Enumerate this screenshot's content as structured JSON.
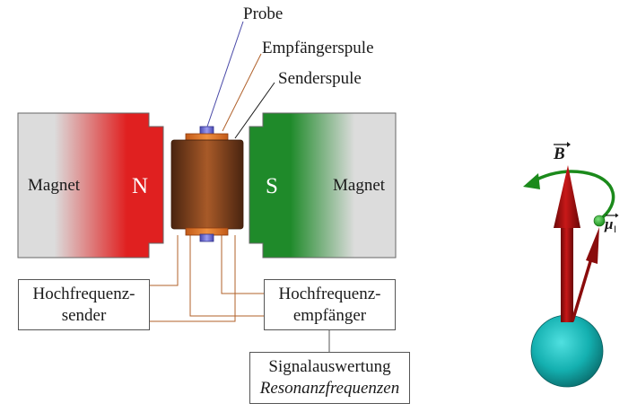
{
  "labels": {
    "probe": "Probe",
    "receiver_coil": "Empfängerspule",
    "transmitter_coil": "Senderspule",
    "magnet_left": "Magnet",
    "magnet_right": "Magnet",
    "pole_north": "N",
    "pole_south": "S"
  },
  "boxes": {
    "transmitter": {
      "line1": "Hochfrequenz-",
      "line2": "sender"
    },
    "receiver": {
      "line1": "Hochfrequenz-",
      "line2": "empfänger"
    },
    "evaluation": {
      "line1": "Signalauswertung",
      "line2": "Resonanzfrequenzen"
    }
  },
  "vector_diagram": {
    "field_label": "B",
    "moment_label": "μ",
    "moment_subscript": "I"
  },
  "colors": {
    "north_red": "#e02020",
    "south_green": "#1f8a2a",
    "magnet_grey": "#dcdcdc",
    "coil_brown": "#8a4a22",
    "coil_orange": "#e0782a",
    "probe_blue": "#6b6bd6",
    "lead_wire": "#b0602a",
    "arrow_red": "#a01010",
    "sphere_cyan": "#1ec0c0",
    "precession_green": "#1b8a1b"
  }
}
